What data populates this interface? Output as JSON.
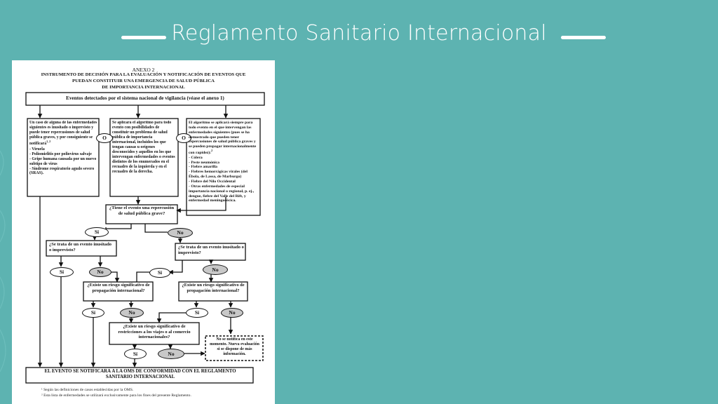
{
  "slide": {
    "title": "Reglamento Sanitario Internacional",
    "background": "#5db3b1"
  },
  "document": {
    "annex": "ANEXO 2",
    "heading_lines": [
      "INSTRUMENTO DE DECISIÓN PARA LA EVALUACIÓN Y NOTIFICACIÓN DE EVENTOS QUE",
      "PUEDAN CONSTITUIR UNA EMERGENCIA DE SALUD PÚBLICA",
      "DE IMPORTANCIA INTERNACIONAL"
    ],
    "top_box": "Eventos detectados por el sistema nacional de vigilancia (véase el anexo 1)",
    "left_box": {
      "intro": "Un caso de alguna de las enfermedades siguientes es inusitado o imprevisto y puede tener repercusiones de salud pública graves, y por consiguiente se notificará",
      "sup": "1, 2",
      "items": [
        "- Viruela",
        "- Poliomielitis por poliovirus salvaje",
        "- Gripe humana causada por un nuevo subtipo de virus",
        "- Síndrome respiratorio agudo severo (SRAS)."
      ]
    },
    "middle_box": "Se aplicará el algoritmo para todo evento con posibilidades de constituir un problema de salud pública de importancia internacional, incluidos los que tengan causas u orígenes desconocidos y aquellos en los que intervengan enfermedades o eventos distintos de los enumerados en el recuadro de la izquierda y en el recuadro de la derecha.",
    "right_box": {
      "intro": "El algoritmo se aplicará siempre para todo evento en el que intervengan las enfermedades siguientes (pues se ha demostrado que pueden tener repercusiones de salud pública graves y se pueden propagar internacionalmente con rapidez):",
      "sup": "2",
      "items": [
        "- Cólera",
        "- Peste neumónica",
        "- Fiebre amarilla",
        "- Fiebres hemorrágicas virales (del Ébola, de Lassa, de Marburgo)",
        "- Fiebre del Nilo Occidental",
        "- Otras enfermedades de especial importancia nacional o regional, p. ej., dengue, fiebre del Valle del Rift, y enfermedad meningocócica."
      ]
    },
    "or_label": "O",
    "q_serious": "¿Tiene el evento una repercusión de salud pública grave?",
    "q_unusual": "¿Se trata de un evento inusitado o imprevisto?",
    "q_spread": "¿Existe un riesgo significativo de propagación internacional?",
    "q_restrictions": "¿Existe un riesgo significativo de restricciones a los viajes o al comercio internacionales?",
    "yes": "Sí",
    "no": "No",
    "not_notified": "No se notifica en este momento. Nueva evaluación si se dispone de más información.",
    "bottom_box": "EL EVENTO SE NOTIFICARÁ A LA OMS DE CONFORMIDAD CON EL REGLAMENTO SANITARIO INTERNACIONAL",
    "footnotes": [
      "¹ Según las definiciones de casos establecidas por la OMS.",
      "² Esta lista de enfermedades se utilizará exclusivamente para los fines del presente Reglamento."
    ]
  }
}
